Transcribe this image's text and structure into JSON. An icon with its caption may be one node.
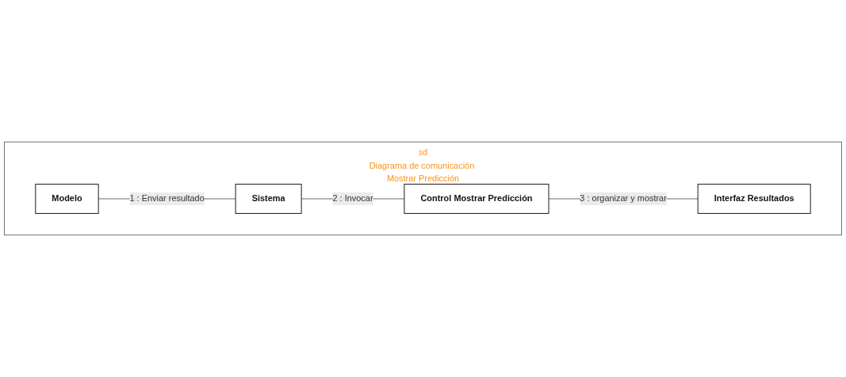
{
  "diagram": {
    "nodes": [
      {
        "text": [
          "sd",
          "Diagrama de comunicación Mostrar Predicción"
        ]
      },
      {
        "text": [
          "Modelo"
        ],
        "in": 0
      },
      {
        "text": [
          "Sistema"
        ],
        "in": 0
      },
      {
        "text": [
          "Control Mostrar Predicción"
        ],
        "in": 0
      },
      {
        "text": [
          "Interfaz Resultados"
        ],
        "in": 0
      }
    ],
    "edges": [
      {
        "from": 1,
        "to": 2,
        "arrow": "none",
        "label": "1 : Enviar resultado"
      },
      {
        "from": 2,
        "to": 3,
        "arrow": "none",
        "label": "2 : Invocar"
      },
      {
        "from": 3,
        "to": 4,
        "arrow": "none",
        "label": "3 : organizar y mostrar"
      }
    ]
  }
}
